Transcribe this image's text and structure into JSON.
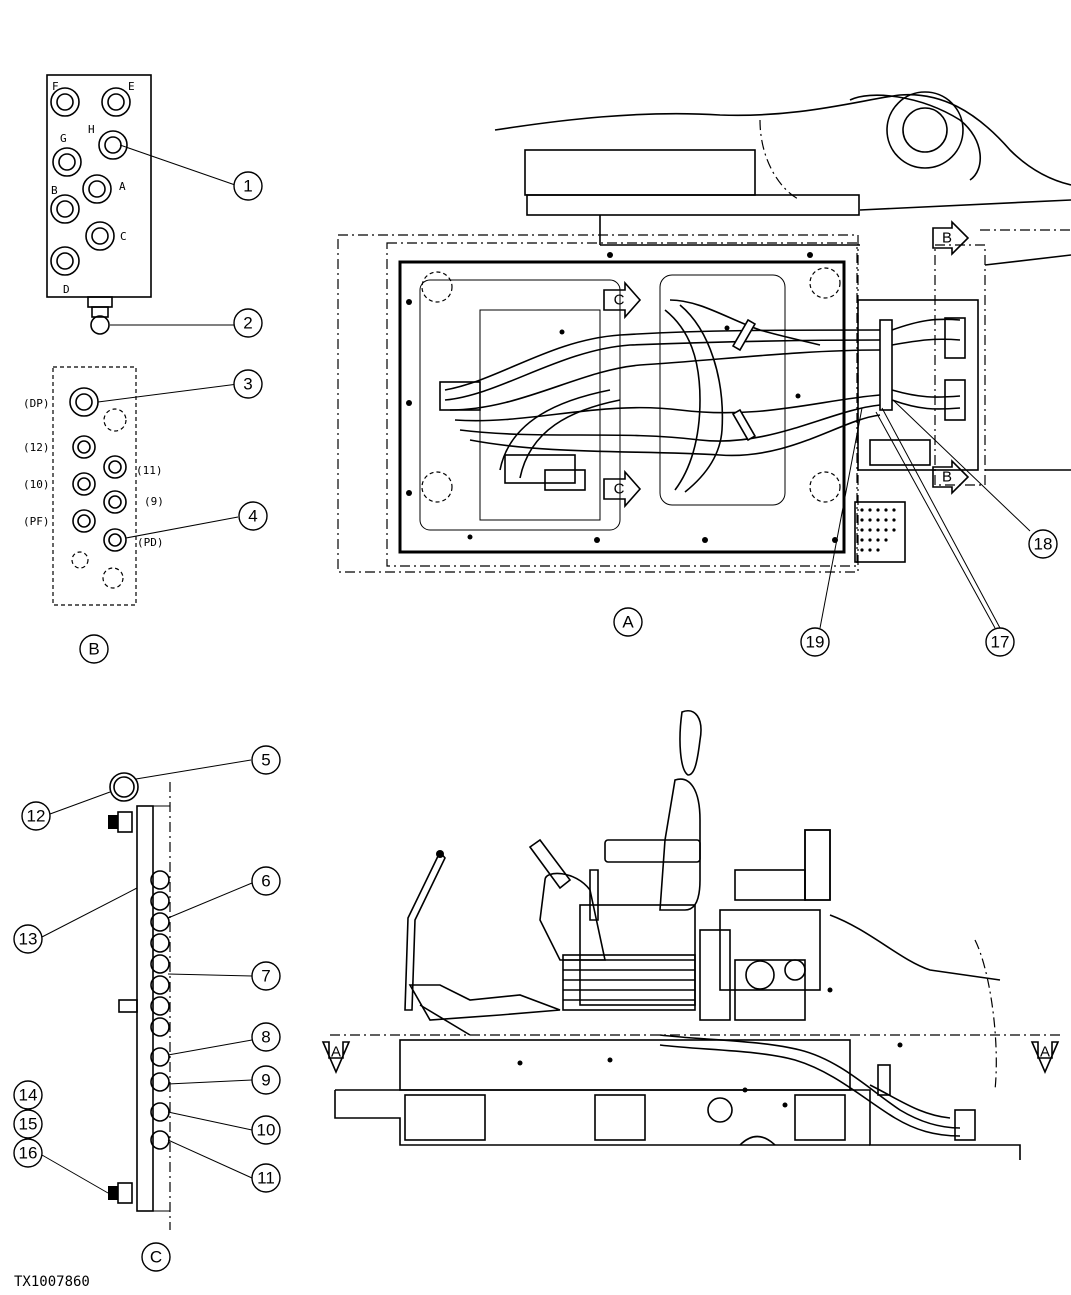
{
  "figure_id": "TX1007860",
  "callouts": [
    "1",
    "2",
    "3",
    "4",
    "5",
    "6",
    "7",
    "8",
    "9",
    "10",
    "11",
    "12",
    "13",
    "14",
    "15",
    "16",
    "17",
    "18",
    "19"
  ],
  "view_labels": {
    "a": "A",
    "b": "B",
    "c": "C"
  },
  "section_arrows": {
    "a": "A",
    "b": "B",
    "c": "C"
  },
  "manifold_ports": [
    "F",
    "E",
    "G",
    "H",
    "A",
    "B",
    "C",
    "D"
  ],
  "fitting_ports": [
    "(DP)",
    "(12)",
    "(11)",
    "(10)",
    "(9)",
    "(PF)",
    "(PD)"
  ]
}
